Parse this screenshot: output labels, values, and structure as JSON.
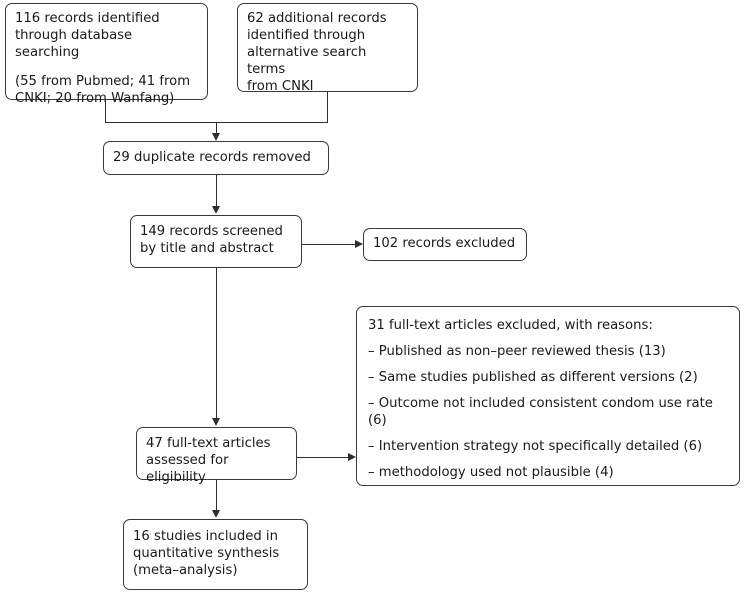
{
  "diagram": {
    "title": "PRISMA study selection flow diagram",
    "line_color": "#2e2e2e",
    "box_border_color": "#3a3a3a",
    "background_color": "#ffffff",
    "text_color": "#1a1a1a"
  },
  "boxes": {
    "identified_database": {
      "line1": "116 records identified\nthrough database searching",
      "line2": "(55 from Pubmed; 41 from\nCNKI; 20 from Wanfang)"
    },
    "identified_additional": {
      "line1": "62 additional records\nidentified through\nalternative search terms\nfrom CNKI"
    },
    "duplicates_removed": {
      "line1": "29 duplicate records removed"
    },
    "records_screened": {
      "line1": "149 records screened\nby title and abstract"
    },
    "records_excluded": {
      "line1": "102 records excluded"
    },
    "fulltext_assessed": {
      "line1": "47 full-text articles\nassessed for eligibility"
    },
    "fulltext_excluded": {
      "heading": "31 full-text articles excluded, with reasons:",
      "reason1": "– Published as non–peer reviewed thesis (13)",
      "reason2": "– Same studies published as different versions (2)",
      "reason3": "– Outcome not included consistent condom use rate (6)",
      "reason4": "– Intervention strategy not specifically detailed (6)",
      "reason5": "– methodology used not plausible (4)"
    },
    "studies_included": {
      "line1": "16 studies included in\nquantitative synthesis\n(meta–analysis)"
    }
  }
}
